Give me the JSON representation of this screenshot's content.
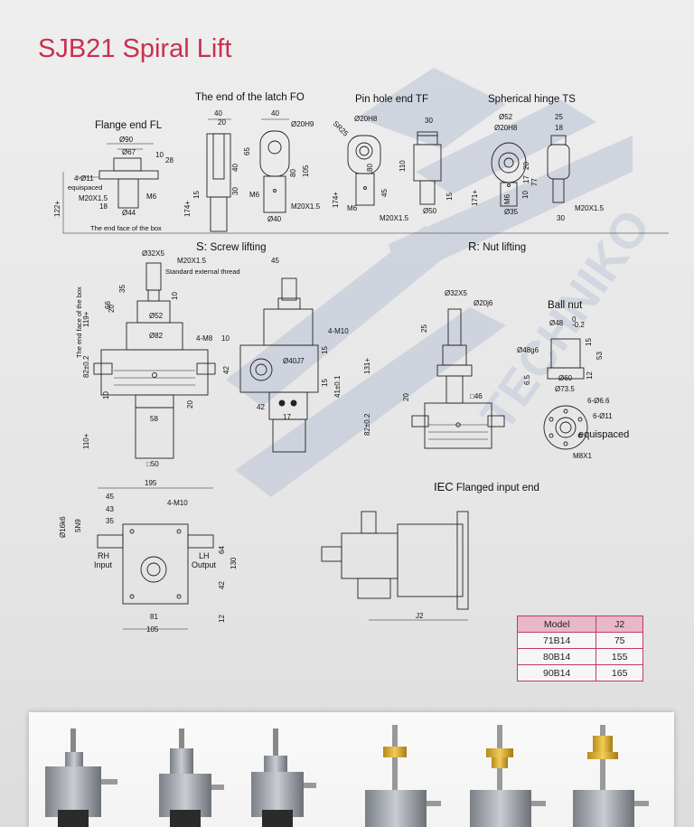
{
  "title": "SJB21 Spiral Lift",
  "sections": {
    "flange_end": "Flange end FL",
    "latch_end": "The end of the latch FO",
    "pin_hole_end": "Pin hole end TF",
    "spherical_hinge": "Spherical hinge TS",
    "screw_lifting_prefix": "S:",
    "screw_lifting": "Screw lifting",
    "nut_lifting_prefix": "R:",
    "nut_lifting": "Nut lifting",
    "ball_nut": "Ball nut",
    "iec_prefix": "IEC",
    "iec": "Flanged input end"
  },
  "notes": {
    "box_face_bottom": "The end face of the box",
    "box_face_vertical": "The end face of the box",
    "standard_thread": "Standard external thread",
    "equispaced_small": "equispaced",
    "equispaced": "equispaced",
    "rh_input_1": "RH",
    "rh_input_2": "Input",
    "lh_output_1": "LH",
    "lh_output_2": "Output"
  },
  "dimensions": {
    "fl": [
      "Ø90",
      "Ø67",
      "10",
      "28",
      "4-Ø11",
      "M6",
      "M20X1.5",
      "18",
      "Ø44",
      "122+"
    ],
    "fo": [
      "40",
      "20",
      "40",
      "Ø20H9",
      "65",
      "40",
      "80",
      "105",
      "M6",
      "30",
      "15",
      "M20X1.5",
      "Ø40",
      "174+"
    ],
    "tf": [
      "SR25",
      "Ø20H8",
      "30",
      "110",
      "80",
      "45",
      "M6",
      "15",
      "Ø50",
      "M20X1.5",
      "174+"
    ],
    "ts": [
      "Ø52",
      "Ø20H8",
      "25",
      "18",
      "20",
      "17",
      "77",
      "10",
      "M6",
      "Ø35",
      "30",
      "M20X1.5",
      "171+"
    ],
    "screw": [
      "Ø32X5",
      "M20X1.5",
      "35",
      "10",
      "119+",
      "66",
      "20",
      "Ø52",
      "Ø82",
      "82±0.2",
      "10",
      "58",
      "20",
      "110+",
      "□50",
      "45",
      "4-M8",
      "10",
      "4-M10",
      "15",
      "42",
      "Ø40J7",
      "15",
      "41±0.1",
      "42",
      "17"
    ],
    "nut": [
      "Ø32X5",
      "Ø20j6",
      "25",
      "131+",
      "20",
      "□46",
      "82±0.2"
    ],
    "ball_nut": [
      "Ø48",
      "0",
      "-0.2",
      "Ø48g6",
      "15",
      "53",
      "6.5",
      "Ø60",
      "12",
      "Ø73.5",
      "6-Ø6.6",
      "6-Ø11",
      "M8X1"
    ],
    "top_view": [
      "195",
      "4-M10",
      "45",
      "43",
      "35",
      "Ø16k6",
      "5N9",
      "64",
      "130",
      "42",
      "81",
      "12",
      "105"
    ],
    "iec": [
      "J2"
    ]
  },
  "table": {
    "headers": [
      "Model",
      "J2"
    ],
    "rows": [
      [
        "71B14",
        "75"
      ],
      [
        "80B14",
        "155"
      ],
      [
        "90B14",
        "165"
      ]
    ]
  },
  "watermark": "STAR-TECHNIKO",
  "colors": {
    "title": "#c8304f",
    "table_border": "#c03a6a",
    "table_header": "#e8b7c9",
    "watermark": "#a9b6cf"
  }
}
